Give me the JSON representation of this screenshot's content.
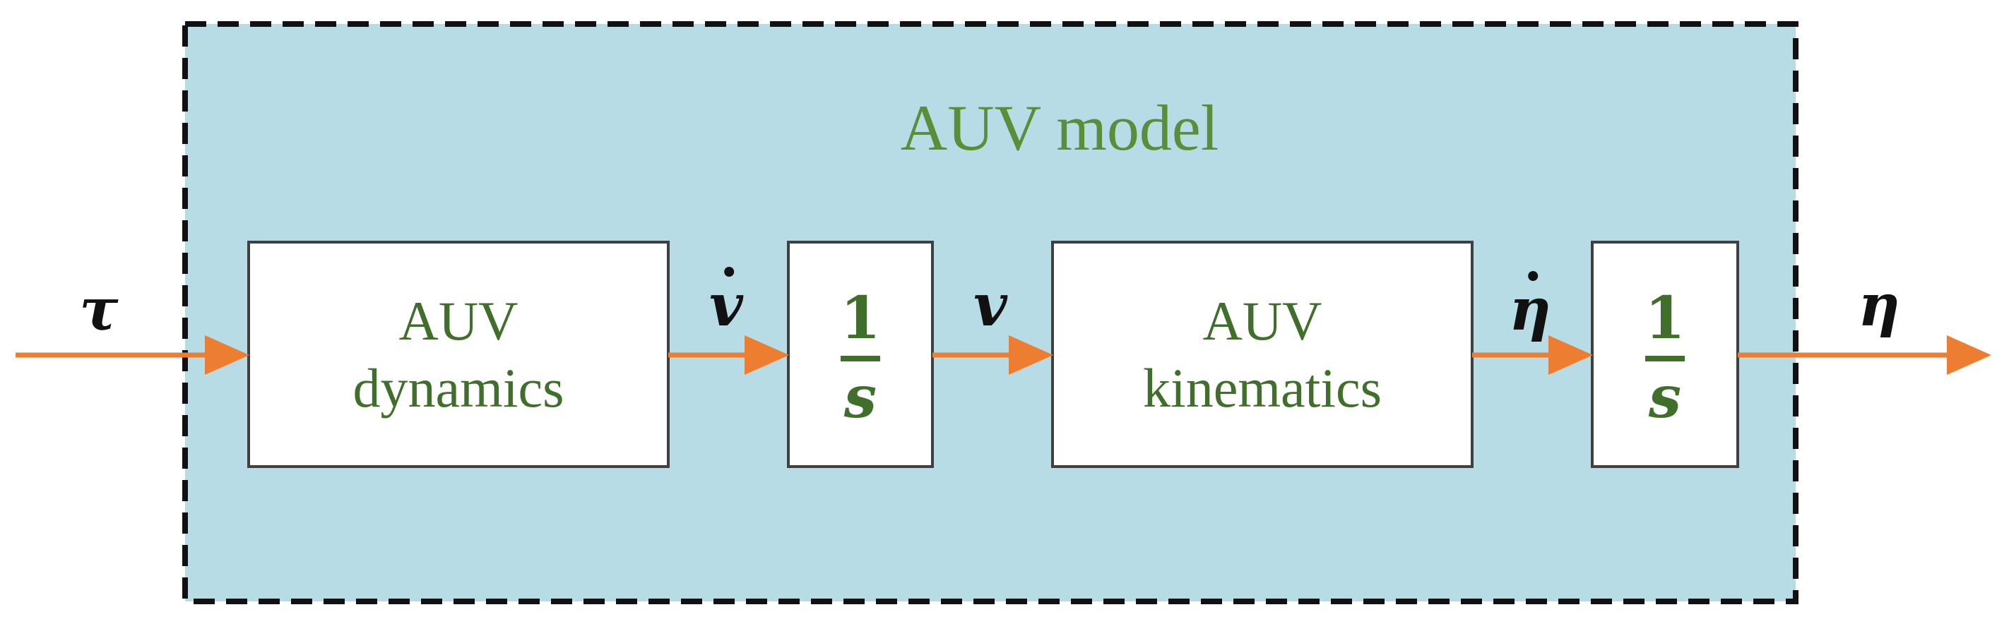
{
  "diagram": {
    "title": "AUV model",
    "blocks": {
      "dynamics": {
        "line1": "AUV",
        "line2": "dynamics"
      },
      "integrator1": {
        "numerator": "1",
        "denominator": "s"
      },
      "kinematics": {
        "line1": "AUV",
        "line2": "kinematics"
      },
      "integrator2": {
        "numerator": "1",
        "denominator": "s"
      }
    },
    "signals": {
      "input": "τ",
      "nu_dot": "v",
      "nu": "v",
      "eta_dot": "η",
      "output": "η"
    }
  },
  "colors": {
    "container_fill": "#b7dce6",
    "container_border": "#111111",
    "block_fill": "#ffffff",
    "block_border": "#404040",
    "arrow": "#ed7d31",
    "title_text": "#5a8f3a",
    "block_text": "#3f6f2a",
    "signal_text": "#111111"
  }
}
